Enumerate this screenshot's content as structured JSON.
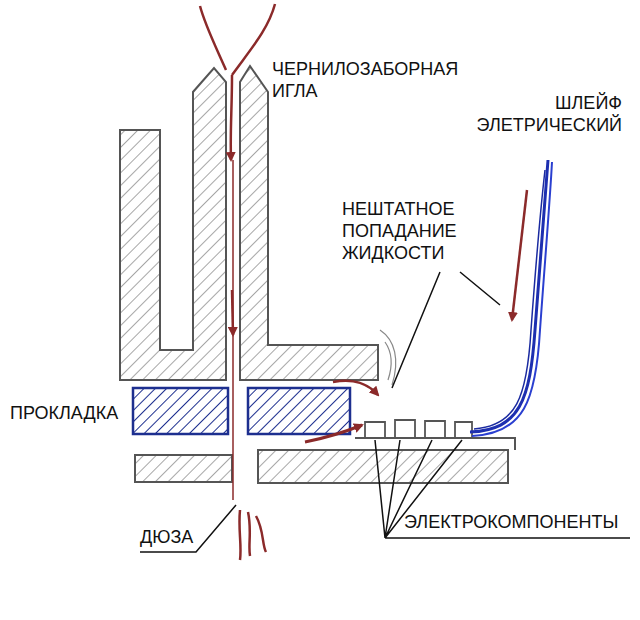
{
  "diagram": {
    "labels": [
      "ЧЕРНИЛОЗАБОРНАЯ ИГЛА",
      "ШЛЕЙФ ЭЛЕТРИЧЕСКИЙ",
      "НЕШТАТНОЕ ПОПАДАНИЕ ЖИДКОСТИ",
      "ПРОКЛАДКА",
      "ДЮЗА",
      "ЭЛЕКТРОКОМПОНЕНТЫ"
    ]
  }
}
